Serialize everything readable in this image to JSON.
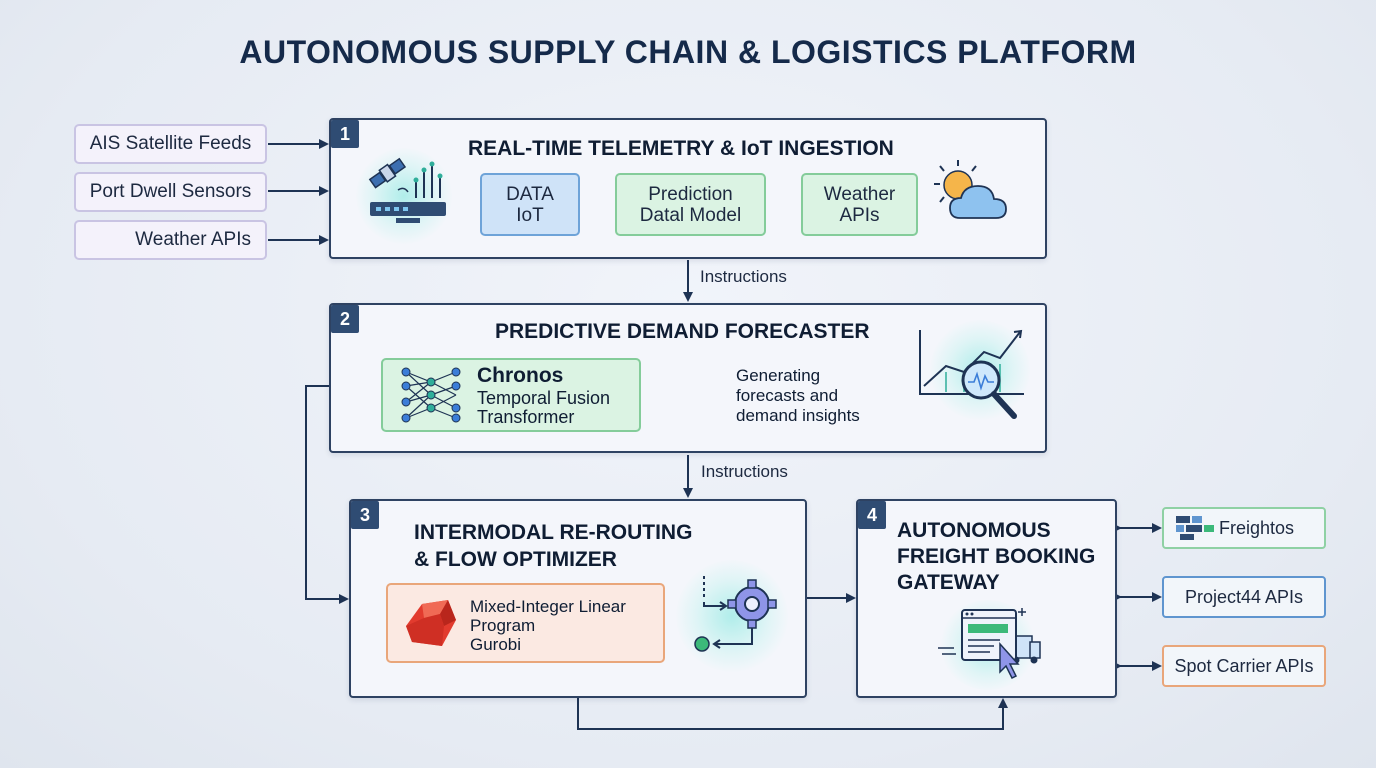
{
  "title": "AUTONOMOUS SUPPLY CHAIN & LOGISTICS PLATFORM",
  "sources": [
    "AIS Satellite Feeds",
    "Port Dwell Sensors",
    "Weather APIs"
  ],
  "panel1": {
    "number": "1",
    "title": "REAL-TIME TELEMETRY & IoT INGESTION",
    "chips": [
      {
        "line1": "DATA",
        "line2": "IoT"
      },
      {
        "line1": "Prediction",
        "line2": "Datal Model"
      },
      {
        "line1": "Weather",
        "line2": "APIs"
      }
    ],
    "icons": [
      "satellite-icon",
      "sun-cloud-icon"
    ]
  },
  "flow_labels": [
    "Instructions",
    "Instructions"
  ],
  "panel2": {
    "number": "2",
    "title": "PREDICTIVE DEMAND FORECASTER",
    "model": {
      "name": "Chronos",
      "line2": "Temporal Fusion",
      "line3": "Transformer"
    },
    "output": [
      "Generating",
      "forecasts and",
      "demand insights"
    ],
    "icons": [
      "neural-network-icon",
      "chart-magnifier-icon"
    ]
  },
  "panel3": {
    "number": "3",
    "title_line1": "INTERMODAL RE-ROUTING",
    "title_line2": "& FLOW OPTIMIZER",
    "solver": [
      "Mixed-Integer Linear",
      "Program",
      "Gurobi"
    ],
    "icons": [
      "gurobi-logo-icon",
      "gear-flow-icon"
    ]
  },
  "panel4": {
    "number": "4",
    "title_lines": [
      "AUTONOMOUS",
      "FREIGHT BOOKING",
      "GATEWAY"
    ],
    "icons": [
      "booking-screen-icon"
    ]
  },
  "externals": [
    {
      "label": "Freightos",
      "border": "#8fd1a4"
    },
    {
      "label": "Project44 APIs",
      "border": "#5f95cf"
    },
    {
      "label": "Spot Carrier APIs",
      "border": "#e9a67a"
    }
  ],
  "colors": {
    "panel_border": "#2e4262",
    "badge": "#2f4c73",
    "accent_blue": "#6ea3d8",
    "accent_green": "#84cc9a",
    "accent_orange": "#e9a67a"
  }
}
